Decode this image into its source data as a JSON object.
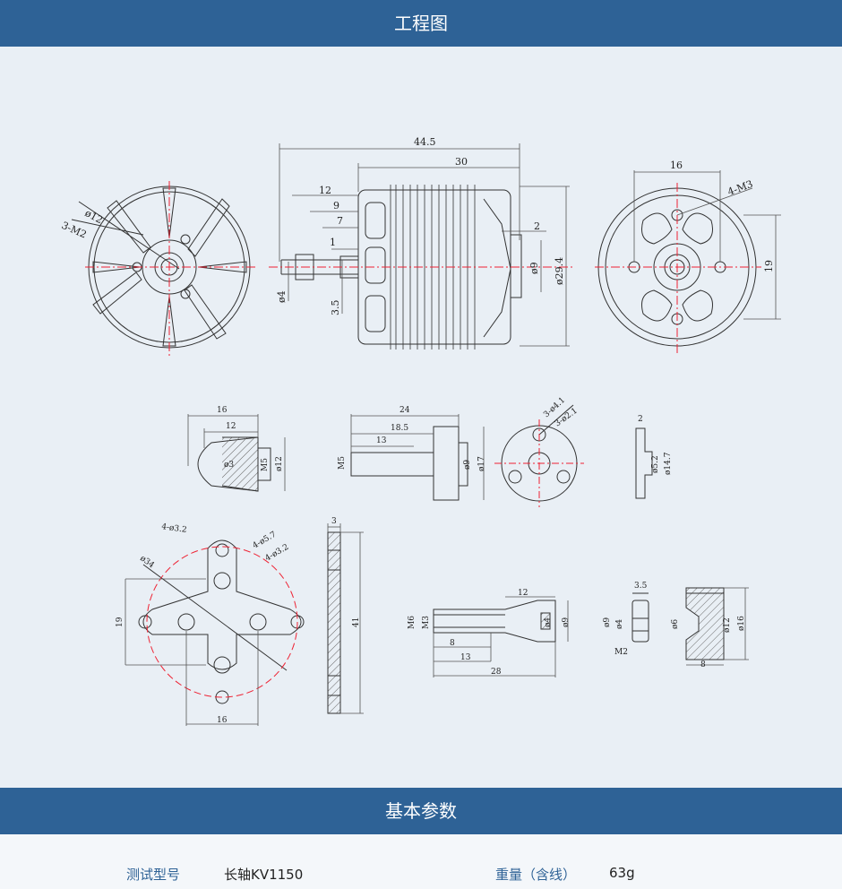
{
  "header": {
    "title": "工程图"
  },
  "section2": {
    "title": "基本参数"
  },
  "params": [
    {
      "label": "测试型号",
      "value": "长轴KV1150"
    },
    {
      "label": "重量（含线）",
      "value": "63g"
    }
  ],
  "dims": {
    "front_phi12": "ø12",
    "front_3m2": "3-M2",
    "side_44_5": "44.5",
    "side_30": "30",
    "side_12": "12",
    "side_9": "9",
    "side_7": "7",
    "side_1": "1",
    "side_2": "2",
    "side_phi4": "ø4",
    "side_3_5": "3.5",
    "side_phi9": "ø9",
    "side_phi29_4": "ø29.4",
    "rear_16": "16",
    "rear_4m3": "4-M3",
    "rear_19": "19",
    "cone_16": "16",
    "cone_12": "12",
    "cone_phi3": "ø3",
    "cone_m5": "M5",
    "cone_phi12": "ø12",
    "adapter_24": "24",
    "adapter_18_5": "18.5",
    "adapter_13": "13",
    "adapter_m5": "M5",
    "adapter_phi9": "ø9",
    "adapter_phi17": "ø17",
    "disc_3phi4_1": "3-ø4.1",
    "disc_3phi2_1": "3-ø2.1",
    "washer_2": "2",
    "washer_phi5_2": "ø5.2",
    "washer_phi14_7": "ø14.7",
    "xmount_4phi3_2a": "4-ø3.2",
    "xmount_4phi5_7": "4-ø5.7",
    "xmount_4phi3_2b": "4-ø3.2",
    "xmount_phi34": "ø34",
    "xmount_19": "19",
    "xmount_16": "16",
    "plate_3": "3",
    "plate_41": "41",
    "shaft_12": "12",
    "shaft_m6": "M6",
    "shaft_m3": "M3",
    "shaft_phi4": "ø4",
    "shaft_phi9": "ø9",
    "shaft_8": "8",
    "shaft_13": "13",
    "shaft_28": "28",
    "nut_3_5": "3.5",
    "nut_phi9": "ø9",
    "nut_phi4": "ø4",
    "nut_m2": "M2",
    "cup_phi6": "ø6",
    "cup_phi12": "ø12",
    "cup_phi16": "ø16",
    "cup_8": "8"
  }
}
